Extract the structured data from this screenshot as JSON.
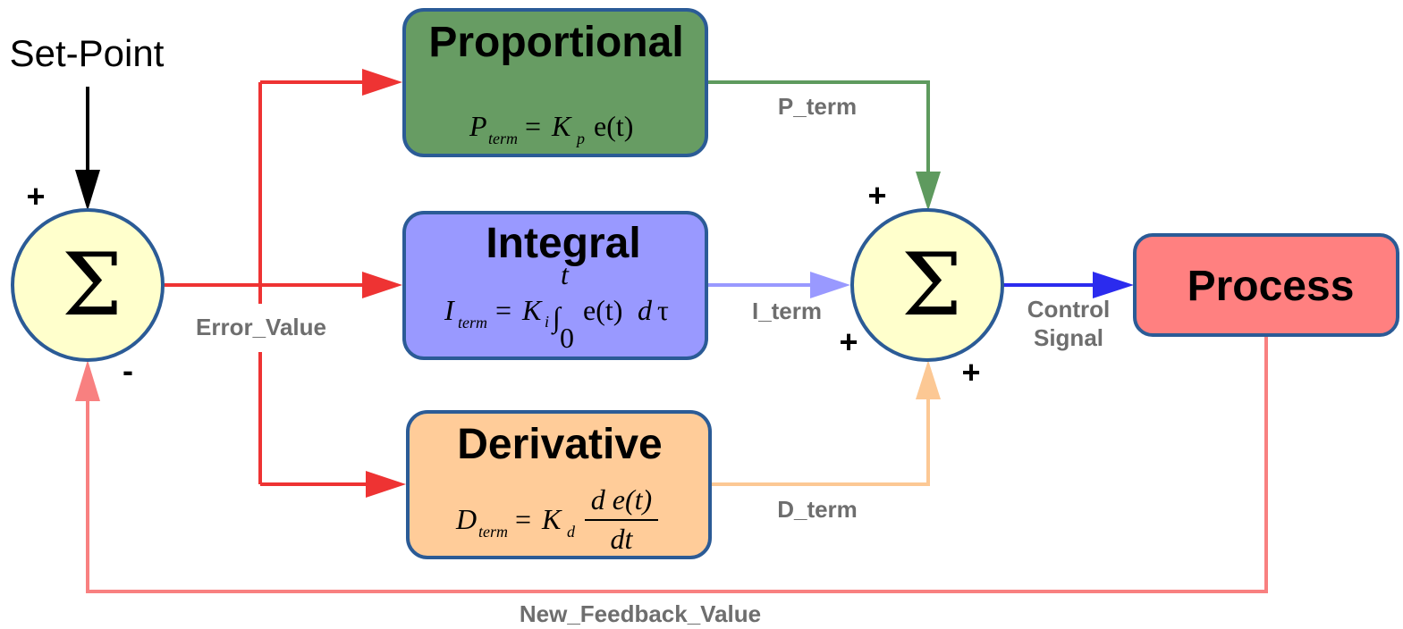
{
  "input": {
    "label": "Set-Point"
  },
  "error_sum": {
    "symbol": "Σ",
    "plus": "+",
    "minus": "-"
  },
  "blocks": {
    "proportional": {
      "title": "Proportional",
      "fill": "#679c63",
      "formula": {
        "lhs": "P",
        "lhs_sub": "term",
        "eq": "=",
        "gain": "K",
        "gain_sub": "p",
        "body": "e(t)"
      }
    },
    "integral": {
      "title": "Integral",
      "fill": "#9999ff",
      "formula": {
        "lhs": "I",
        "lhs_sub": "term",
        "eq": "=",
        "gain": "K",
        "gain_sub": "i",
        "integral": "∫",
        "upper": "t",
        "lower": "0",
        "body": "e(t)",
        "diff": "d",
        "var": "τ"
      }
    },
    "derivative": {
      "title": "Derivative",
      "fill": "#ffcc99",
      "formula": {
        "lhs": "D",
        "lhs_sub": "term",
        "eq": "=",
        "gain": "K",
        "gain_sub": "d",
        "numerator": "d e(t)",
        "denominator": "dt"
      }
    },
    "process": {
      "title": "Process",
      "fill": "#ff8080"
    }
  },
  "output_sum": {
    "symbol": "Σ",
    "plus_top": "+",
    "plus_left": "+",
    "plus_right": "+"
  },
  "edges": {
    "error_value": "Error_Value",
    "p_term": "P_term",
    "i_term": "I_term",
    "d_term": "D_term",
    "control_signal_line1": "Control",
    "control_signal_line2": "Signal",
    "feedback": "New_Feedback_Value"
  },
  "colors": {
    "error": "#ee3333",
    "p_term": "#5e9a5e",
    "i_term": "#9999ff",
    "d_term": "#fcc894",
    "control": "#2b2bee",
    "feedback": "#f88080",
    "node_fill": "#ffffcc",
    "node_stroke": "#2b5b96"
  }
}
